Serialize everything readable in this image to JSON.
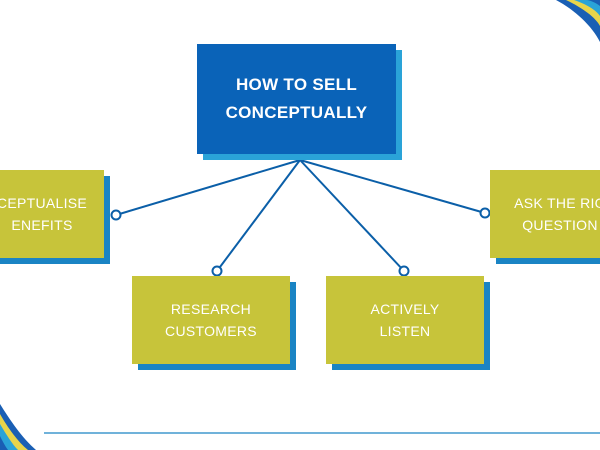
{
  "diagram": {
    "main_topic": "HOW TO SELL\nCONCEPTUALLY",
    "branches": [
      {
        "id": "left",
        "label": "CEPTUALISE\nENEFITS"
      },
      {
        "id": "research",
        "label": "RESEARCH\nCUSTOMERS"
      },
      {
        "id": "listen",
        "label": "ACTIVELY\nLISTEN"
      },
      {
        "id": "right",
        "label": "ASK THE RIG\nQUESTION"
      }
    ]
  },
  "colors": {
    "main_box": "#0a63b8",
    "main_box_shadow": "#2aa3d8",
    "branch_box": "#c7c43a",
    "branch_box_shadow": "#1a84c4",
    "connector": "#0b5fa8",
    "corner_decoration_primary": "#1a5fb4",
    "corner_decoration_secondary": "#e8d44a",
    "corner_decoration_tertiary": "#2aa3d8"
  }
}
